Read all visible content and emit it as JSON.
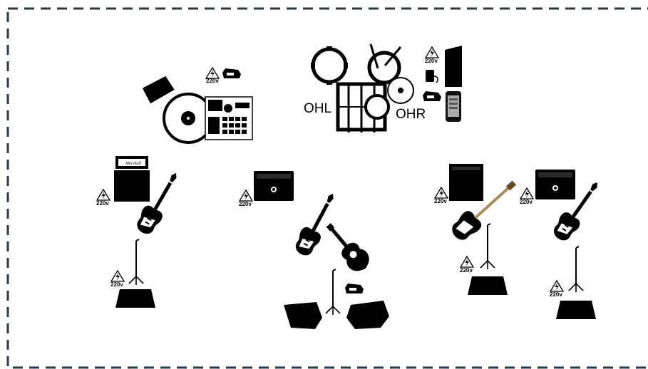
{
  "stage": {
    "border_color": "#2a3a4e",
    "mic_labels": {
      "overhead_left": "OHL",
      "overhead_right": "OHR"
    },
    "power_label": "220v",
    "amp_logo": "Marshall"
  }
}
